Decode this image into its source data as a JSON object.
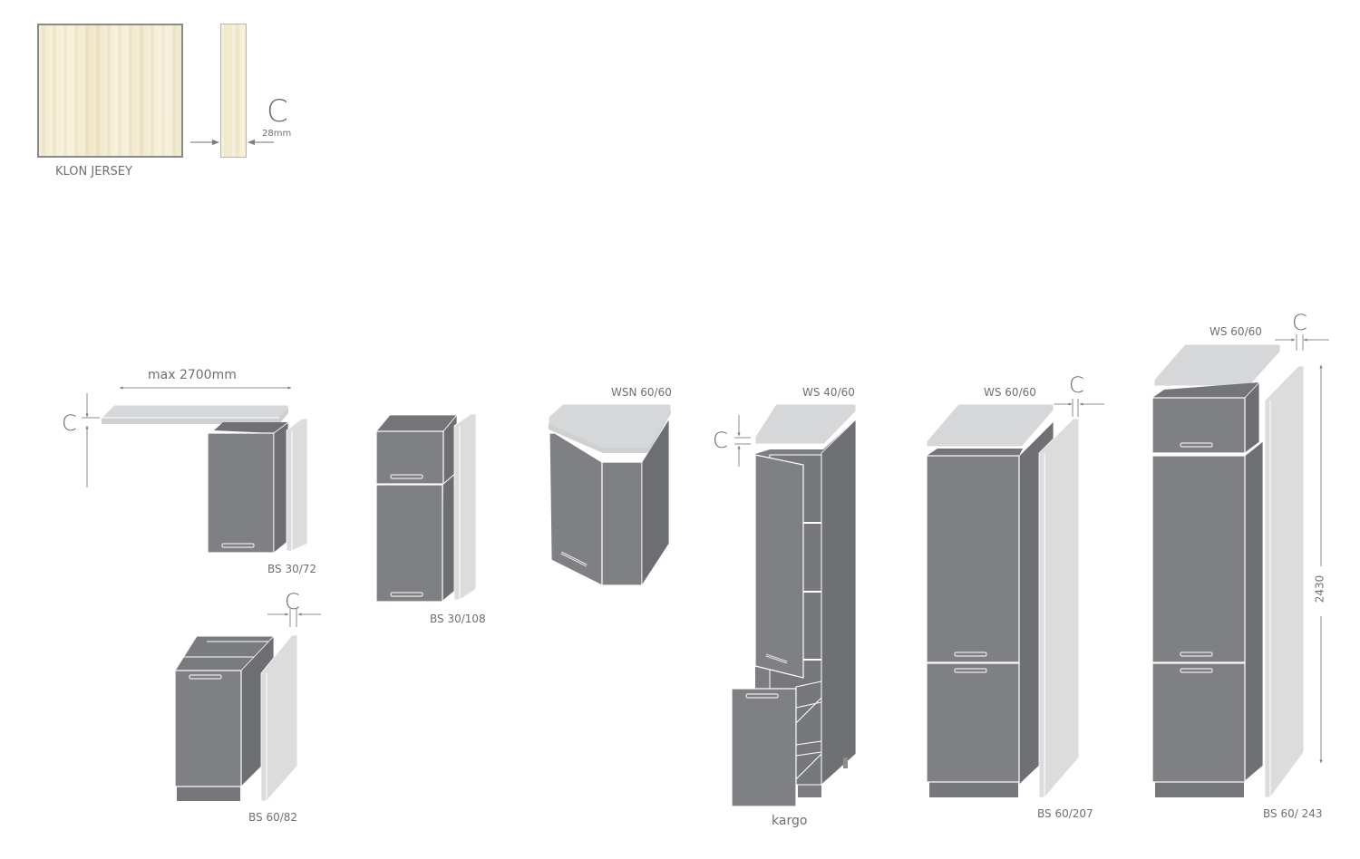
{
  "material": {
    "name": "KLON JERSEY",
    "thickness_label": "28mm",
    "thickness_symbol": "C",
    "swatch_color": "#f3ecd0"
  },
  "dimensions": {
    "worktop_max_length": "max 2700mm",
    "total_height": "2430",
    "gap_symbol": "C"
  },
  "colors": {
    "cabinet_front": "#7f8083",
    "cabinet_side": "#6f7073",
    "worktop_panel": "#d6d7d8",
    "side_panel": "#dcdcdd",
    "outline": "#ffffff",
    "text": "#6e6f71"
  },
  "cabinets": [
    {
      "id": "bs-30-72",
      "label": "BS 30/72"
    },
    {
      "id": "bs-60-82",
      "label": "BS 60/82"
    },
    {
      "id": "bs-30-108",
      "label": "BS 30/108"
    },
    {
      "id": "wsn-60-60",
      "label": "WSN 60/60"
    },
    {
      "id": "ws-40-60",
      "label": "WS 40/60"
    },
    {
      "id": "kargo",
      "label": "kargo"
    },
    {
      "id": "ws-60-60-a",
      "label": "WS 60/60"
    },
    {
      "id": "bs-60-207",
      "label": "BS 60/207"
    },
    {
      "id": "ws-60-60-b",
      "label": "WS 60/60"
    },
    {
      "id": "bs-60-243",
      "label": "BS 60/ 243"
    }
  ]
}
